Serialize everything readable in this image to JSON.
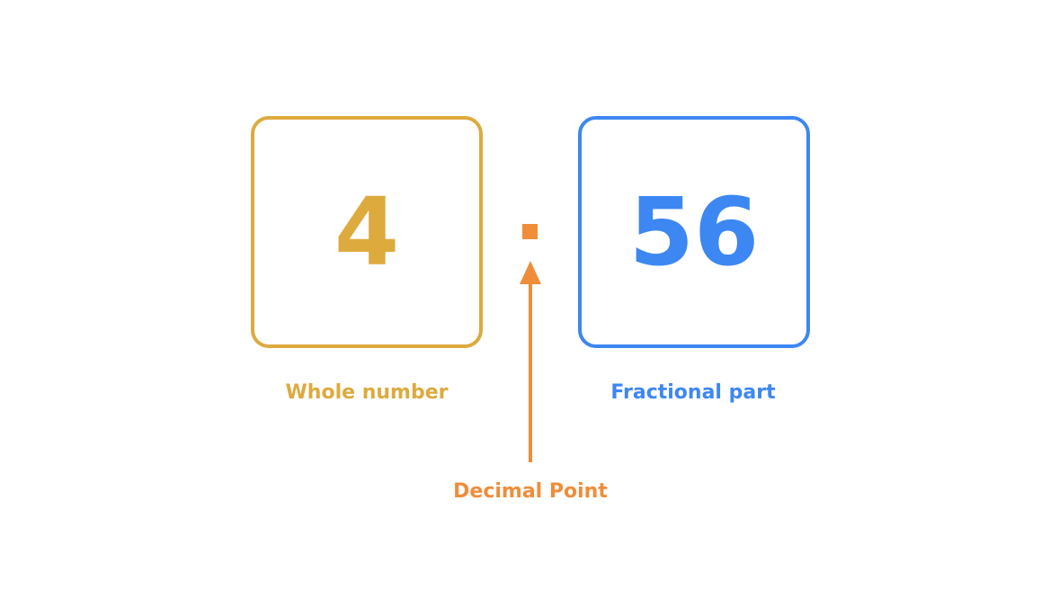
{
  "whole": {
    "value": "4",
    "label": "Whole number",
    "color": "#DDAA3E"
  },
  "fractional": {
    "value": "56",
    "label": "Fractional part",
    "color": "#3D87F2"
  },
  "decimal_point": {
    "label": "Decimal Point",
    "color": "#EF8D3B"
  }
}
